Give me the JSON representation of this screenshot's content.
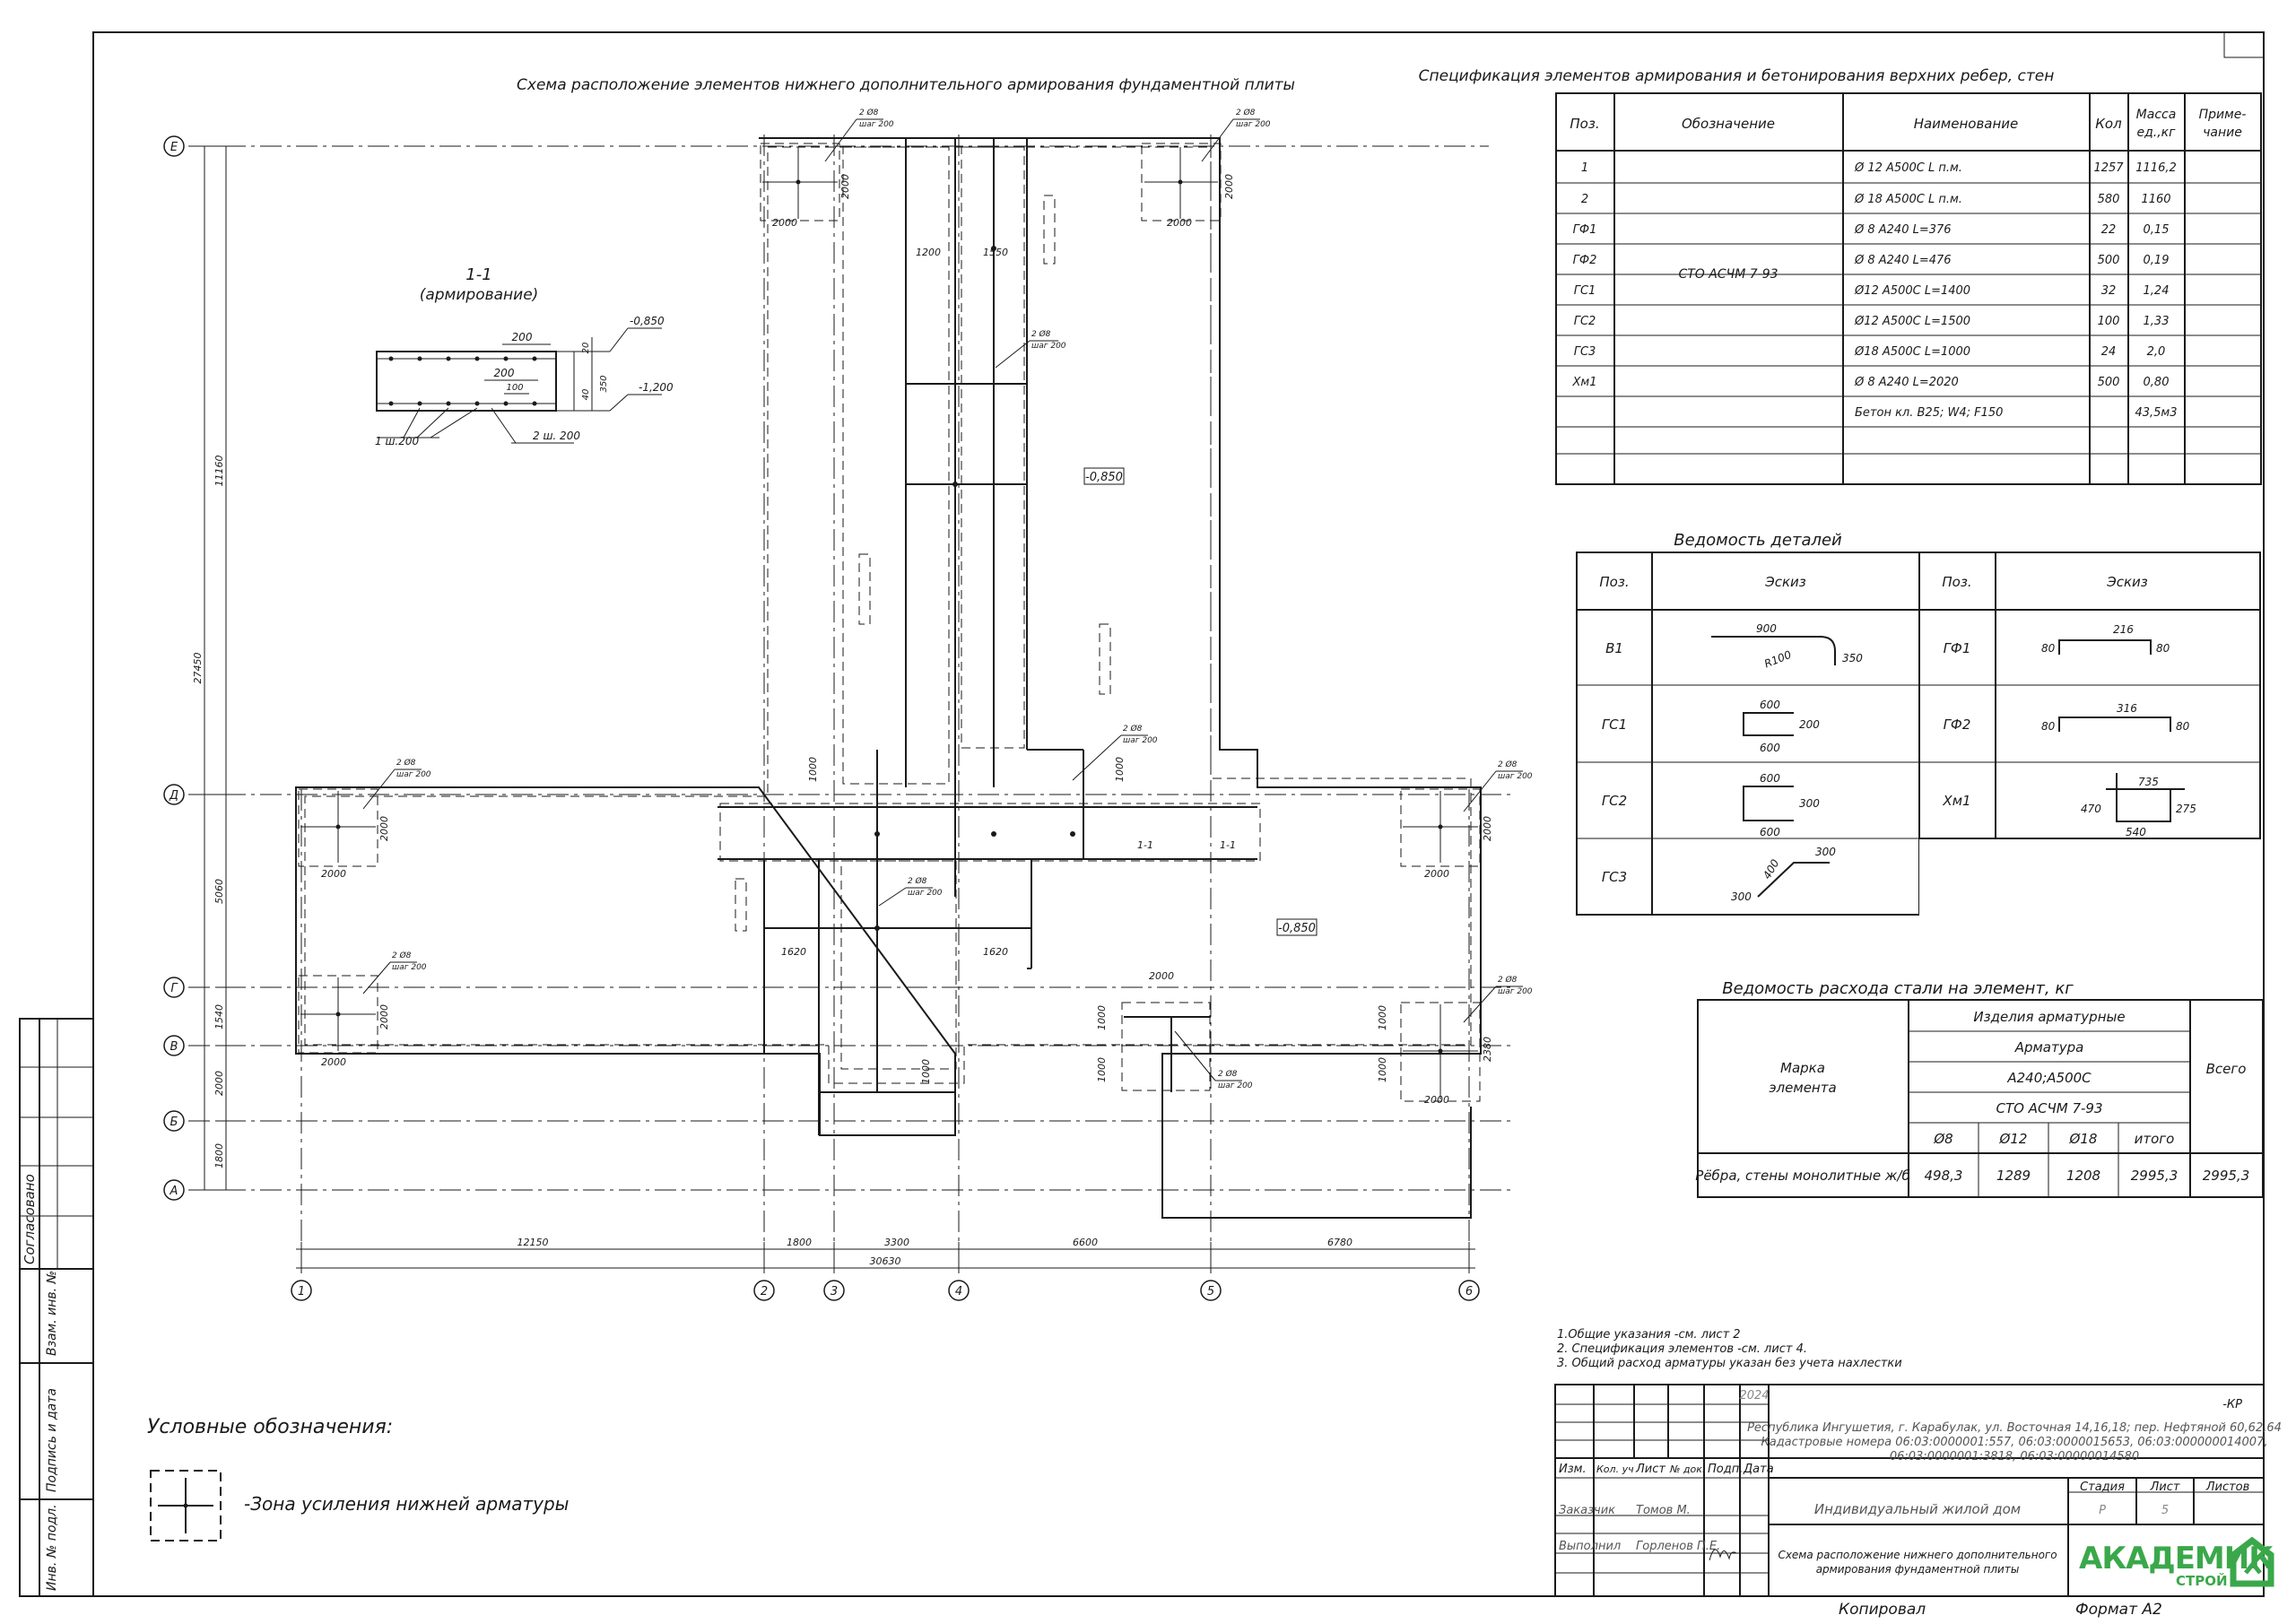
{
  "plan": {
    "title": "Схема расположение элементов нижнего дополнительного армирования фундаментной плиты",
    "levels": {
      "slab_left": "-0,850",
      "slab_right": "-0,850"
    },
    "axes_letters": [
      "Е",
      "Д",
      "Г",
      "В",
      "Б",
      "А"
    ],
    "axes_numbers": [
      "1",
      "2",
      "3",
      "4",
      "5",
      "6"
    ],
    "dims_bottom": [
      "12150",
      "1800",
      "3300",
      "6600",
      "6780",
      "30630"
    ],
    "dims_left": [
      "11160",
      "27450",
      "5060",
      "1540",
      "2000",
      "1800"
    ],
    "bar_note_1": "2 Ø8",
    "bar_note_2": "шаг 200",
    "zone_dims": {
      "w": "2000",
      "h": "2000",
      "d1": "1000",
      "d2": "1200",
      "d3": "1550",
      "d4": "1620",
      "d5": "2380",
      "cut": "1-1"
    }
  },
  "section": {
    "title": "1-1",
    "subtitle": "(армирование)",
    "dim_200a": "200",
    "dim_200b": "200",
    "dim_100": "100",
    "dim_20": "20",
    "dim_40": "40",
    "dim_350": "350",
    "level_top": "-0,850",
    "level_bottom": "-1,200",
    "label_1": "1 ш.200",
    "label_2": "2 ш. 200"
  },
  "spec": {
    "title": "Спецификация элементов армирования и бетонирования верхних ребер, стен",
    "headers": [
      "Поз.",
      "Обозначение",
      "Наименование",
      "Кол",
      "Масса ед.,кг",
      "Приме-чание"
    ],
    "designation": "СТО АСЧМ 7-93",
    "rows": [
      {
        "pos": "1",
        "name": "Ø 12 A500C  L п.м.",
        "qty": "1257",
        "mass": "1116,2"
      },
      {
        "pos": "2",
        "name": "Ø 18 A500C  L п.м.",
        "qty": "580",
        "mass": "1160"
      },
      {
        "pos": "ГФ1",
        "name": "Ø 8 A240  L=376",
        "qty": "22",
        "mass": "0,15"
      },
      {
        "pos": "ГФ2",
        "name": "Ø 8 A240  L=476",
        "qty": "500",
        "mass": "0,19"
      },
      {
        "pos": "ГС1",
        "name": "Ø12 A500C  L=1400",
        "qty": "32",
        "mass": "1,24"
      },
      {
        "pos": "ГС2",
        "name": "Ø12 A500C  L=1500",
        "qty": "100",
        "mass": "1,33"
      },
      {
        "pos": "ГС3",
        "name": "Ø18 A500C  L=1000",
        "qty": "24",
        "mass": "2,0"
      },
      {
        "pos": "Хм1",
        "name": "Ø 8 A240  L=2020",
        "qty": "500",
        "mass": "0,80"
      },
      {
        "pos": "",
        "name": "Бетон кл. В25; W4; F150",
        "qty": "",
        "mass": "43,5м3"
      }
    ]
  },
  "details": {
    "title": "Ведомость деталей",
    "h_pos": "Поз.",
    "h_sketch": "Эскиз",
    "v1": {
      "pos": "В1",
      "a": "900",
      "r": "R100",
      "b": "350"
    },
    "gs1": {
      "pos": "ГС1",
      "a": "600",
      "b": "200",
      "c": "600"
    },
    "gs2": {
      "pos": "ГС2",
      "a": "600",
      "b": "300",
      "c": "600"
    },
    "gs3": {
      "pos": "ГС3",
      "a": "400",
      "b": "300",
      "c": "300"
    },
    "gf1": {
      "pos": "ГФ1",
      "a": "216",
      "b": "80",
      "c": "80"
    },
    "gf2": {
      "pos": "ГФ2",
      "a": "316",
      "b": "80",
      "c": "80"
    },
    "xm1": {
      "pos": "Хм1",
      "a": "735",
      "b": "470",
      "c": "540",
      "d": "275"
    }
  },
  "steel": {
    "title": "Ведомость расхода стали на элемент, кг",
    "mark": "Марка элемента",
    "products": "Изделия арматурные",
    "rebar": "Арматура",
    "grades": "А240;А500С",
    "standard": "СТО АСЧМ 7-93",
    "total": "Всего",
    "cols": [
      "Ø8",
      "Ø12",
      "Ø18",
      "итого"
    ],
    "row_name": "Рёбра, стены монолитные ж/б",
    "values": [
      "498,3",
      "1289",
      "1208",
      "2995,3",
      "2995,3"
    ]
  },
  "notes": [
    "1.Общие указания -см. лист 2",
    "2. Спецификация элементов -см. лист 4.",
    "3. Общий расход арматуры указан без учета нахлестки"
  ],
  "legend": {
    "title": "Условные обозначения:",
    "item": "-Зона усиления нижней арматуры"
  },
  "stamp": {
    "year": "2024",
    "code": "-КР",
    "address": "Республика Ингушетия, г. Карабулак, ул. Восточная 14,16,18; пер. Нефтяной 60,62,64",
    "cadastral_1": "Кадастровые номера 06:03:0000001:557, 06:03:0000015653, 06:03:000000014007,",
    "cadastral_2": "06:03:0000001:3818, 06:03:00000014580",
    "h_izm": "Изм.",
    "h_kol": "Кол. уч",
    "h_list": "Лист",
    "h_ndok": "№ док.",
    "h_podp": "Подп.",
    "h_data": "Дата",
    "customer_label": "Заказчик",
    "customer_name": "Томов М.",
    "executor_label": "Выполнил",
    "executor_name": "Горленов П.Е.",
    "object": "Индивидуальный жилой дом",
    "stage_h": "Стадия",
    "sheet_h": "Лист",
    "sheets_h": "Листов",
    "stage": "Р",
    "sheet": "5",
    "drawing_1": "Схема расположение нижнего дополнительного",
    "drawing_2": "армирования фундаментной плиты",
    "logo": "АКАДЕМИК",
    "logo_sub": "СТРОЙ",
    "copied": "Копировал",
    "format": "Формат А2"
  },
  "side_stamp": {
    "agreed": "Согласовано",
    "inv_vzam": "Взам. инв. №",
    "sign_date": "Подпись и дата",
    "inv_podl": "Инв. № подл."
  },
  "colors": {
    "logo": "#3aa84a",
    "line": "#1a1a1a"
  }
}
